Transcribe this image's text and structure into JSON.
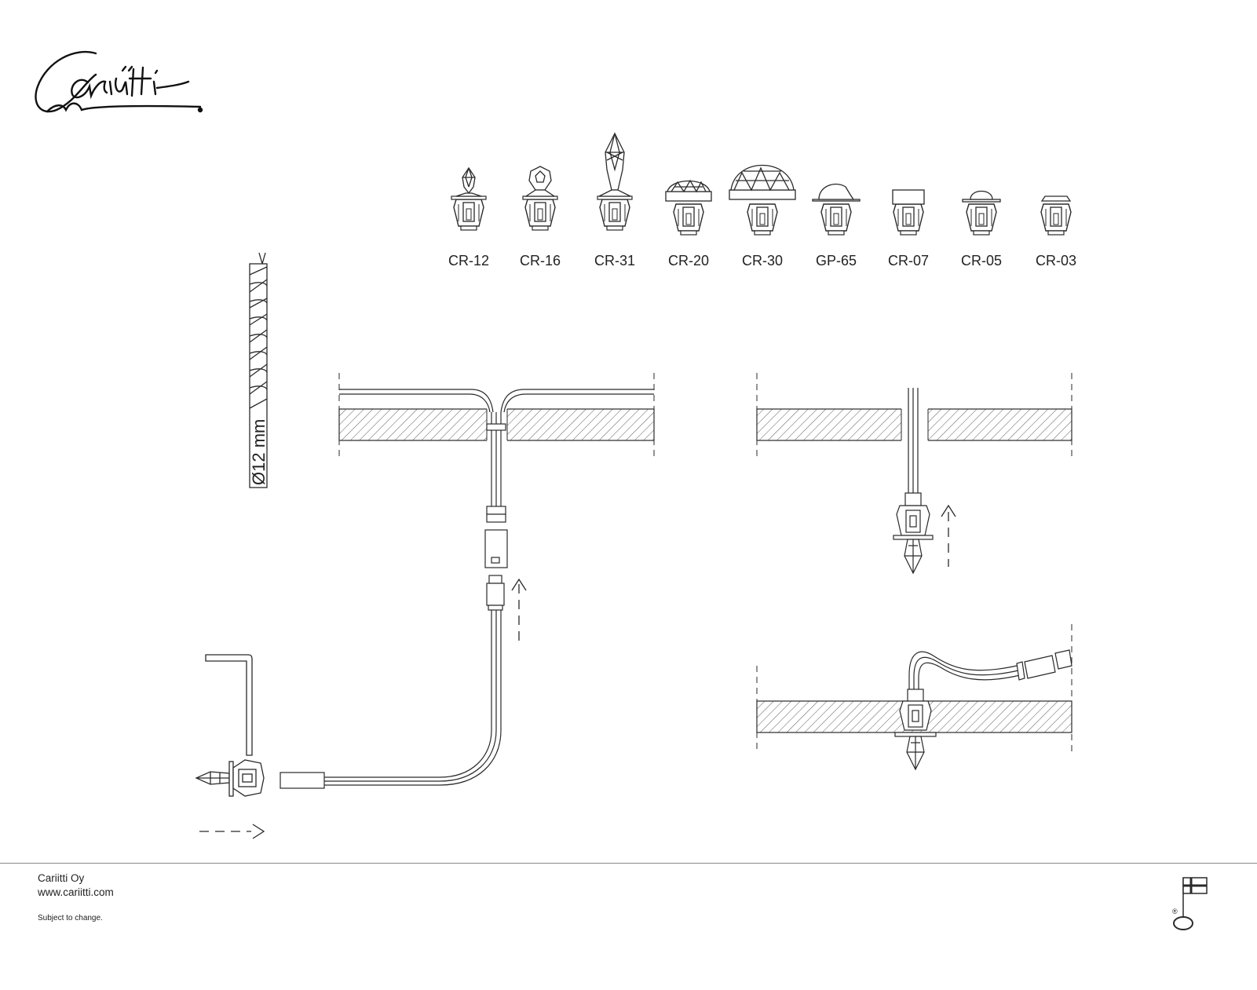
{
  "brand": {
    "logo_text": "Cariitti"
  },
  "products": [
    {
      "code": "CR-12"
    },
    {
      "code": "CR-16"
    },
    {
      "code": "CR-31"
    },
    {
      "code": "CR-20"
    },
    {
      "code": "CR-30"
    },
    {
      "code": "GP-65"
    },
    {
      "code": "CR-07"
    },
    {
      "code": "CR-05"
    },
    {
      "code": "CR-03"
    }
  ],
  "drill": {
    "diameter_label": "Ø12 mm"
  },
  "footer": {
    "company": "Cariitti Oy",
    "website": "www.cariitti.com",
    "disclaimer": "Subject to change.",
    "registered_mark": "®"
  },
  "colors": {
    "line": "#2a2a2a",
    "footer_rule": "#888888"
  }
}
